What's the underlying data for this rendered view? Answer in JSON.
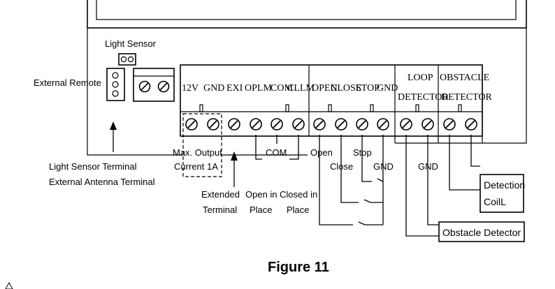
{
  "labels": {
    "light_sensor": "Light Sensor",
    "external_remote": "External Remote",
    "light_sensor_terminal": "Light Sensor Terminal",
    "external_antenna_terminal": "External Antenna Terminal",
    "max_output_1": "Max. Output",
    "max_output_2": "Current 1A",
    "extended_1": "Extended",
    "extended_2": "Terminal",
    "com": "COM",
    "open_in_place_1": "Open in",
    "open_in_place_2": "Place",
    "closed_in_place_1": "Closed in",
    "closed_in_place_2": "Place",
    "open": "Open",
    "close": "Close",
    "stop": "Stop",
    "gnd_1": "GND",
    "gnd_2": "GND",
    "detection_coil_1": "Detection",
    "detection_coil_2": "CoilL",
    "obstacle_detector": "Obstacle  Detector"
  },
  "terminal_headers": [
    "12V",
    "GND",
    "EXI",
    "OPLM",
    "COM",
    "CLLM",
    "OPEN",
    "CLOSE",
    "STOP",
    "GND"
  ],
  "loop_header": [
    "LOOP",
    "DETECTOR"
  ],
  "obstacle_header": [
    "OBSTACLE",
    "DETECTOR"
  ],
  "caption": "Figure 11"
}
